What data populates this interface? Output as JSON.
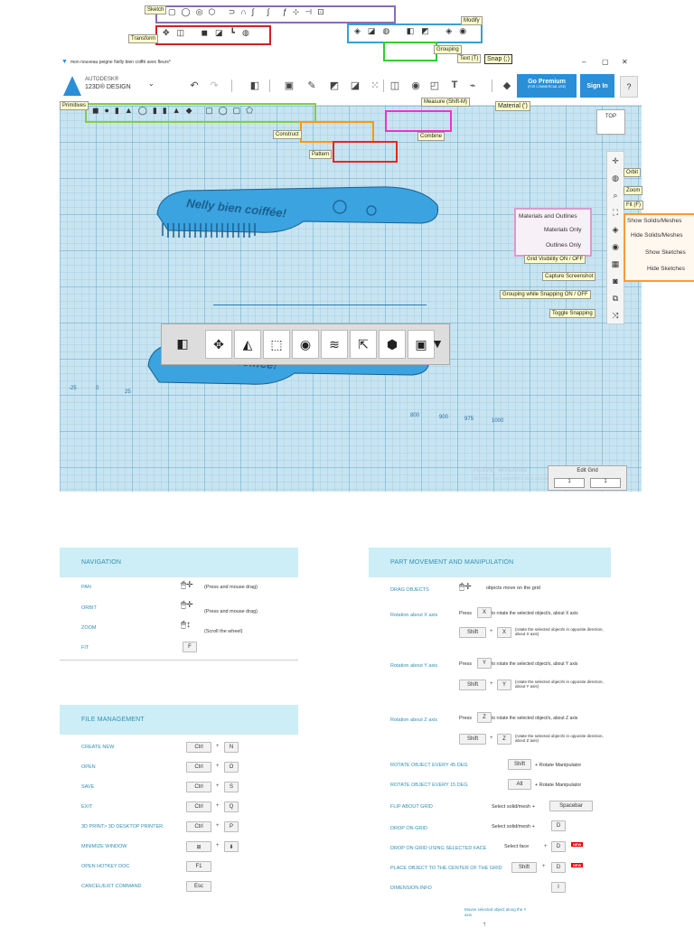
{
  "callouts": {
    "sketch": "Sketch",
    "transform": "Transform",
    "modify": "Modify",
    "grouping": "Grouping",
    "text": "Text (T)",
    "snap": "Snap (;)",
    "measure": "Measure (Shift-M)",
    "material": "Material (')",
    "primitives": "Primitives",
    "construct": "Construct",
    "combine": "Combine",
    "pattern": "Pattern",
    "orbit": "Orbit",
    "zoom": "Zoom",
    "fit": "Fit (F)",
    "materials_outlines": "Materials and Outlines",
    "materials_only": "Materials Only",
    "outlines_only": "Outlines Only",
    "show_solids": "Show Solids/Meshes",
    "hide_solids": "Hide Solids/Meshes",
    "show_sketches": "Show Sketches",
    "hide_sketches": "Hide Sketches",
    "grid_visibility": "Grid Visibility ON / OFF",
    "capture": "Capture Screenshot",
    "grouping_snap": "Grouping while Snapping ON / OFF",
    "toggle_snap": "Toggle Snapping"
  },
  "app": {
    "window_title": "mon nouveau peigne Nelly bien coiffé avec fleurs*",
    "brand_top": "AUTODESK®",
    "brand_bottom": "123D® DESIGN",
    "go_premium": "Go Premium",
    "go_premium_sub": "(FOR COMMERCIAL USE)",
    "sign_in": "Sign In",
    "help": "?",
    "view_cube": "TOP",
    "comb_text": "Nelly bien coiffée!",
    "activate_title": "Activer Windows",
    "activate_sub": "Accédez aux paramètres pour activer Windows.",
    "edit_grid": "Edit Grid",
    "grid_x": "1",
    "grid_y": "1",
    "axis_labels": [
      "-25",
      "0",
      "25",
      "800",
      "900",
      "975",
      "1000"
    ],
    "win_min": "–",
    "win_max": "▢",
    "win_close": "✕"
  },
  "navigation": {
    "title": "NAVIGATION",
    "rows": [
      {
        "label": "PAN",
        "desc": "(Press and mouse drag)"
      },
      {
        "label": "ORBIT",
        "desc": "(Press and mouse drag)"
      },
      {
        "label": "ZOOM",
        "desc": "(Scroll the wheel)"
      },
      {
        "label": "FIT",
        "key": "F"
      }
    ]
  },
  "file": {
    "title": "FILE MANAGEMENT",
    "rows": [
      {
        "label": "CREATE NEW",
        "k1": "Ctrl",
        "k2": "N"
      },
      {
        "label": "OPEN",
        "k1": "Ctrl",
        "k2": "O"
      },
      {
        "label": "SAVE",
        "k1": "Ctrl",
        "k2": "S"
      },
      {
        "label": "EXIT",
        "k1": "Ctrl",
        "k2": "Q"
      },
      {
        "label": "3D PRINT> 3D DESKTOP PRINTER",
        "k1": "Ctrl",
        "k2": "P"
      },
      {
        "label": "MINIMIZE WINDOW",
        "k1": "⊞",
        "k2": "⬇"
      },
      {
        "label": "OPEN HOTKEY DOC",
        "k1": "F1"
      },
      {
        "label": "CANCEL/EXIT COMMAND",
        "k1": "Esc"
      }
    ]
  },
  "part": {
    "title": "PART MOVEMENT AND MANIPULATION",
    "drag_label": "DRAG OBJECTS",
    "drag_desc": "objects move on the grid",
    "rot_x": "Rotation about X axis",
    "rot_x_desc": "to rotate the selected object/s, about X axis",
    "rot_x_opp": "(rotate the selected object/s in opposite direction, about X axis)",
    "rot_y": "Rotation about Y axis",
    "rot_y_desc": "to rotate the selected object/s, about Y axis",
    "rot_y_opp": "(rotate the selected object/s in opposite direction, about Y axis)",
    "rot_z": "Rotation about Z axis",
    "rot_z_desc": "to rotate the selected object/s, about Z axis",
    "rot_z_opp": "(rotate the selected object/s in opposite direction, about Z axis)",
    "press": "Press",
    "shift": "Shift",
    "key_x": "X",
    "key_y": "Y",
    "key_z": "Z",
    "rot45": "ROTATE OBJECT EVERY 45 DEG",
    "rot15": "ROTATE OBJECT EVERY 15 DEG",
    "alt": "Alt",
    "rotate_manip": "+ Rotate Manipulator",
    "flip": "FLIP ABOUT GRID",
    "select_solid": "Select solid/mesh +",
    "spacebar": "Spacebar",
    "drop": "DROP ON GRID",
    "key_d": "D",
    "drop_face": "DROP ON GRID USING SELECTED FACE",
    "select_face": "Select face",
    "place_center": "PLACE OBJECT TO THE CENTER OF THE GRID",
    "new_badge": "NEW",
    "dim": "DIMENSION INFO",
    "key_i": "I",
    "moves_note": "Moves selected object along the Y axis"
  },
  "colors": {
    "accent": "#2d8fb5",
    "header_bg": "#cdeef6",
    "app_blue": "#2a8fd6"
  }
}
